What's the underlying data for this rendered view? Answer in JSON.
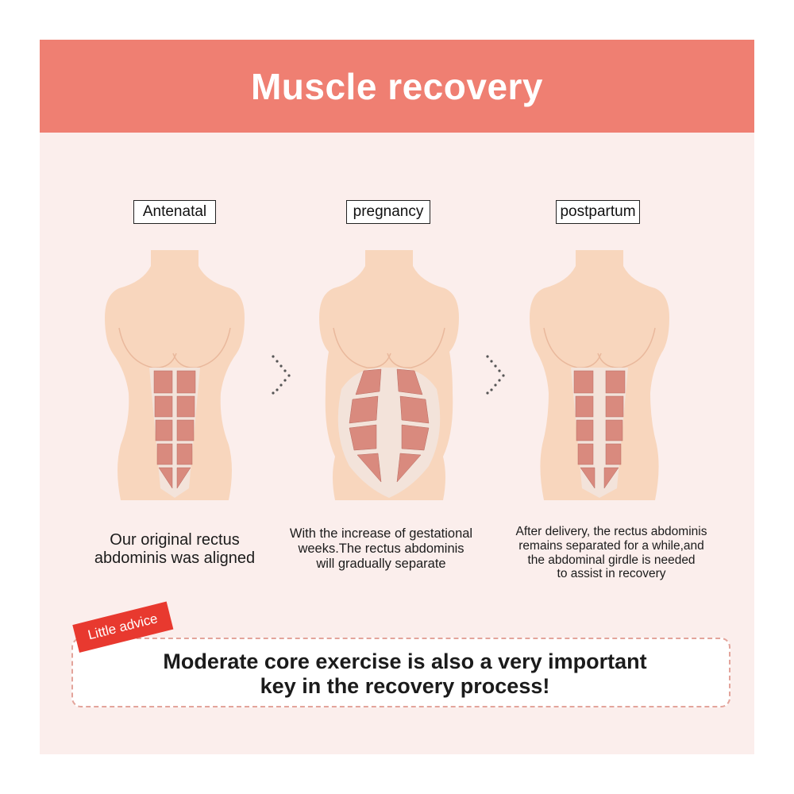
{
  "header": {
    "title": "Muscle recovery"
  },
  "stages": [
    {
      "label": "Antenatal",
      "caption_lines": [
        "Our original rectus",
        "abdominis was aligned"
      ]
    },
    {
      "label": "pregnancy",
      "caption_lines": [
        "With the increase of gestational",
        "weeks.The rectus abdominis",
        "will gradually separate"
      ]
    },
    {
      "label": "postpartum",
      "caption_lines": [
        "After delivery, the rectus abdominis",
        "remains separated for a while,and",
        "the abdominal girdle is needed",
        "to assist in recovery"
      ]
    }
  ],
  "advice": {
    "tag": "Little advice",
    "lines": [
      "Moderate core exercise is also a very important",
      "key in the recovery process!"
    ]
  },
  "colors": {
    "banner": "#ef7f72",
    "background": "#fbeeec",
    "skin": "#f8d6bd",
    "muscle": "#d98a7e",
    "tag": "#e8392f",
    "dashed_border": "#e3a49b"
  },
  "icons": [
    "torso-antenatal-illustration",
    "torso-pregnancy-illustration",
    "torso-postpartum-illustration",
    "chevron-right-icon"
  ]
}
